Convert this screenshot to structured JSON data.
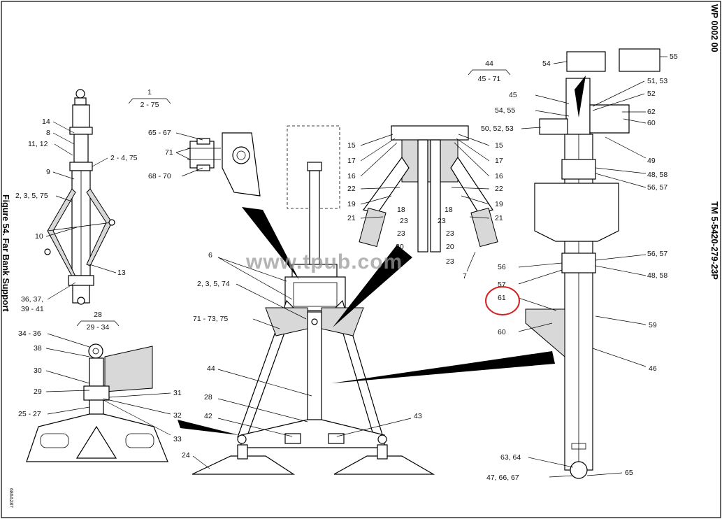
{
  "header": {
    "wp": "WP 0002 00",
    "tm": "TM 5-5420-279-23P",
    "figure_title": "Figure 54. Far Bank Support",
    "drawing_id": "686A287"
  },
  "watermark": "www.tpub.com",
  "detail_refs": {
    "d1": {
      "top": "1",
      "bottom": "2 - 75"
    },
    "d28": {
      "top": "28",
      "bottom": "29 - 34"
    },
    "d44": {
      "top": "44",
      "bottom": "45 - 71"
    }
  },
  "callouts": {
    "c14": "14",
    "c8": "8",
    "c11_12": "11, 12",
    "c2_4_75": "2 - 4, 75",
    "c9": "9",
    "c2_3_5_75": "2, 3, 5, 75",
    "c10": "10",
    "c13": "13",
    "c36_37": "36, 37,",
    "c39_41": "39 - 41",
    "c65_67": "65 - 67",
    "c71a": "71",
    "c68_70": "68 - 70",
    "c34_36": "34 - 36",
    "c38": "38",
    "c30": "30",
    "c29": "29",
    "c31": "31",
    "c25_27": "25 - 27",
    "c32": "32",
    "c33": "33",
    "c6": "6",
    "c2_3_5_74": "2, 3, 5, 74",
    "c71_73_75": "71 - 73, 75",
    "c44": "44",
    "c28": "28",
    "c42": "42",
    "c43": "43",
    "c24": "24",
    "c15l": "15",
    "c17l": "17",
    "c16l": "16",
    "c22l": "22",
    "c19l": "19",
    "c21l": "21",
    "c18l": "18",
    "c23a": "23",
    "c23b": "23",
    "c20l": "20",
    "c23c": "23",
    "c15r": "15",
    "c17r": "17",
    "c16r": "16",
    "c22r": "22",
    "c19r": "19",
    "c21r": "21",
    "c18r": "18",
    "c23d": "23",
    "c23e": "23",
    "c20r": "20",
    "c23f": "23",
    "c7": "7",
    "c54": "54",
    "c55": "55",
    "c45": "45",
    "c51_53": "51, 53",
    "c52": "52",
    "c54_55": "54, 55",
    "c62": "62",
    "c50_52_53": "50, 52, 53",
    "c60a": "60",
    "c49": "49",
    "c48_58a": "48, 58",
    "c56_57a": "56, 57",
    "c56_57b": "56, 57",
    "c56": "56",
    "c57": "57",
    "c48_58b": "48, 58",
    "c61": "61",
    "c59": "59",
    "c60b": "60",
    "c46": "46",
    "c63_64": "63, 64",
    "c47_66_67": "47, 66, 67",
    "c65": "65"
  },
  "highlight_color": "#d42020"
}
